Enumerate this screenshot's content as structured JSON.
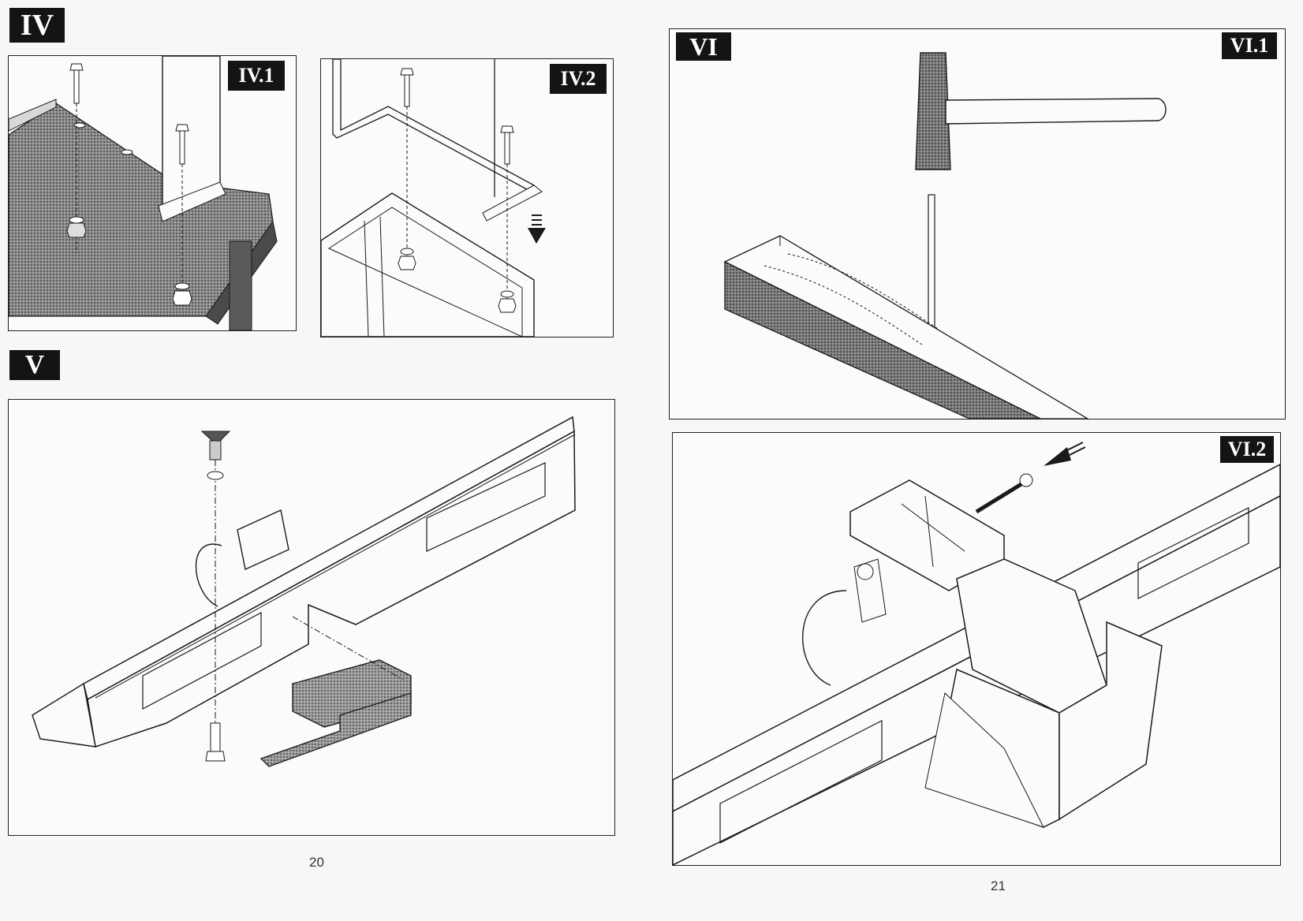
{
  "left_page": {
    "page_number": "20",
    "section_iv": {
      "tag": "IV",
      "steps": [
        {
          "tag": "IV.1"
        },
        {
          "tag": "IV.2"
        }
      ]
    },
    "section_v": {
      "tag": "V"
    }
  },
  "right_page": {
    "page_number": "21",
    "section_vi": {
      "tag": "VI",
      "steps": [
        {
          "tag": "VI.1"
        },
        {
          "tag": "VI.2"
        }
      ]
    }
  },
  "colors": {
    "tag_background": "#141414",
    "line": "#1a1a1a",
    "shading": "#6e6e6e",
    "paper": "#f7f7f5"
  },
  "icons": [
    "bolt-icon",
    "nut-icon",
    "washer-icon",
    "wing-nut-icon",
    "hammer-icon",
    "pin-icon",
    "arrow-icon",
    "vise-icon",
    "rail-icon",
    "mounting-bracket-icon",
    "wooden-batten-icon"
  ]
}
